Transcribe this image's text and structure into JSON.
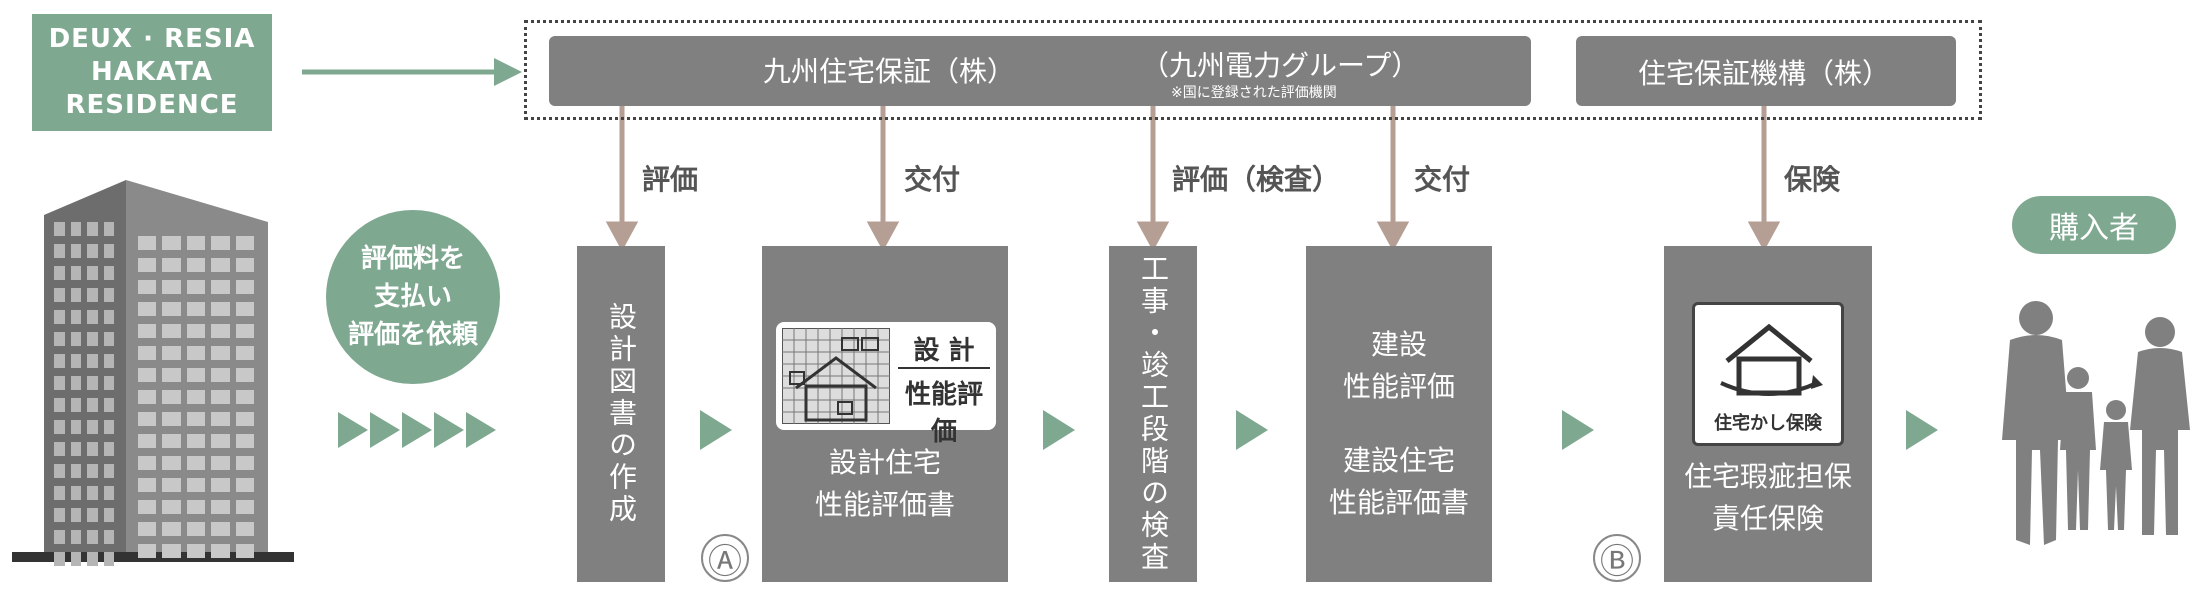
{
  "brand": {
    "line1": "DEUX · RESIA",
    "line2": "HAKATA",
    "line3": "RESIDENCE"
  },
  "orgs": {
    "kyushu_label": "九州住宅保証（株）",
    "kyushu_group": "（九州電力グループ）",
    "kyushu_note": "※国に登録された評価機関",
    "jutaku_label": "住宅保証機構（株）"
  },
  "arrows": {
    "a1": "評価",
    "a2": "交付",
    "a3": "評価（検査）",
    "a4": "交付",
    "a5": "保険"
  },
  "request_circle": {
    "line1": "評価料を",
    "line2": "支払い",
    "line3": "評価を依頼"
  },
  "steps": {
    "design_docs": "設計図書の作成",
    "design_badge_top": "設 計",
    "design_badge_bottom": "性能評価",
    "design_cert_line1": "設計住宅",
    "design_cert_line2": "性能評価書",
    "inspection": "工事・竣工段階の検査",
    "build_line1": "建設",
    "build_line2": "性能評価",
    "build_cert_line1": "建設住宅",
    "build_cert_line2": "性能評価書",
    "insurance_badge": "住宅かし保険",
    "insurance_line1": "住宅瑕疵担保",
    "insurance_line2": "責任保険"
  },
  "markers": {
    "a": "Ⓐ",
    "b": "Ⓑ"
  },
  "buyer": "購入者",
  "colors": {
    "green": "#7fa891",
    "gray_box": "#808080",
    "arrow_brown": "#b59e94",
    "triangle_green": "#7fa891"
  }
}
